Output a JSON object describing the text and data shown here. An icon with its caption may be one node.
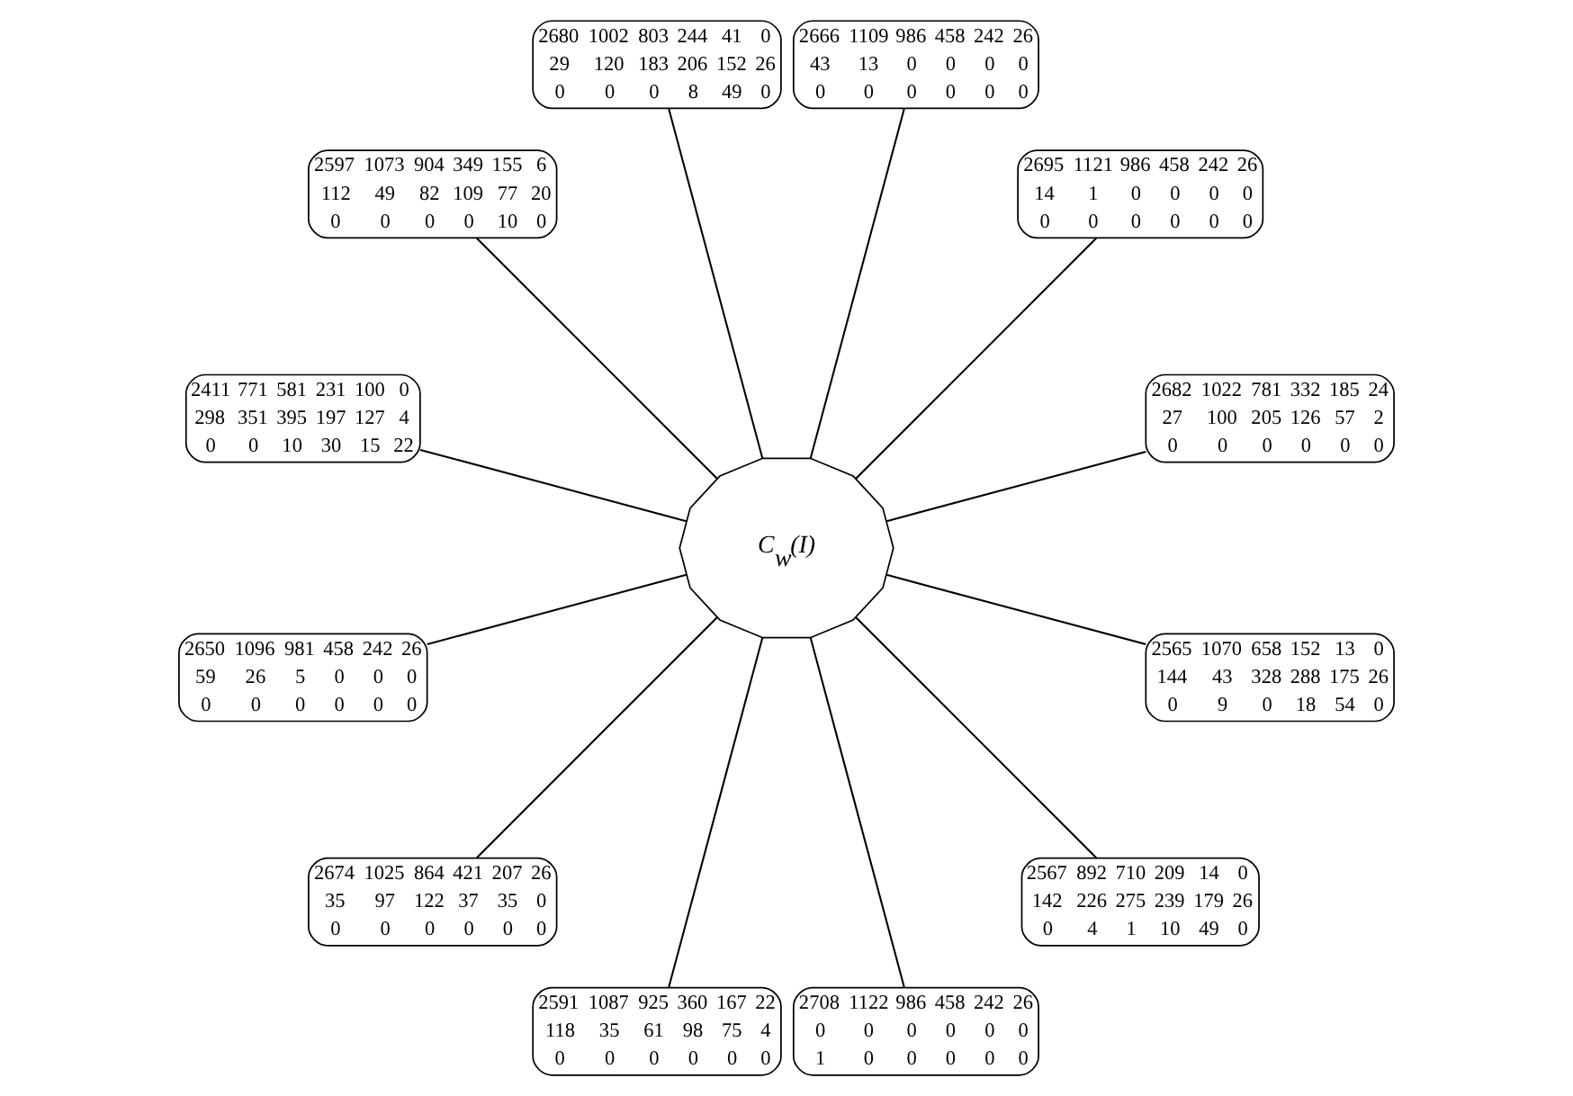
{
  "diagram": {
    "nodes": [
      {
        "text": [
          "2682 1022 781 332 185 24",
          "27 100 205 126 57 2",
          "0 0 0 0 0 0"
        ]
      },
      {
        "text": [
          "2695 1121 986 458 242 26",
          "14 1 0 0 0 0",
          "0 0 0 0 0 0"
        ]
      },
      {
        "text": [
          "2666 1109 986 458 242 26",
          "43 13 0 0 0 0",
          "0 0 0 0 0 0"
        ]
      },
      {
        "text": [
          "2680 1002 803 244 41 0",
          "29 120 183 206 152 26",
          "0 0 0 8 49 0"
        ]
      },
      {
        "text": [
          "2597 1073 904 349 155 6",
          "112 49 82 109 77 20",
          "0 0 0 0 10 0"
        ]
      },
      {
        "text": [
          "2411 771 581 231 100 0",
          "298 351 395 197 127 4",
          "0 0 10 30 15 22"
        ]
      },
      {
        "text": [
          "C$_{w}$(I)"
        ]
      },
      {
        "text": [
          "2650 1096 981 458 242 26",
          "59 26 5 0 0 0",
          "0 0 0 0 0 0"
        ]
      },
      {
        "text": [
          "2674 1025 864 421 207 26",
          "35 97 122 37 35 0",
          "0 0 0 0 0 0"
        ]
      },
      {
        "text": [
          "2591 1087 925 360 167 22",
          "118 35 61 98 75 4",
          "0 0 0 0 0 0"
        ]
      },
      {
        "text": [
          "2708 1122 986 458 242 26",
          "0 0 0 0 0 0",
          "1 0 0 0 0 0"
        ]
      },
      {
        "text": [
          "2567 892 710 209 14 0",
          "142 226 275 239 179 26",
          "0 4 1 10 49 0"
        ]
      },
      {
        "text": [
          "2565 1070 658 152 13 0",
          "144 43 328 288 175 26",
          "0 9 0 18 54 0"
        ]
      }
    ],
    "edges": [
      {
        "from": 6,
        "to": 0,
        "arrow": "none"
      },
      {
        "from": 6,
        "to": 2,
        "arrow": "none"
      },
      {
        "from": 6,
        "to": 4,
        "arrow": "none"
      },
      {
        "from": 6,
        "to": 7,
        "arrow": "none"
      },
      {
        "from": 6,
        "to": 9,
        "arrow": "none"
      },
      {
        "from": 6,
        "to": 11,
        "arrow": "none"
      },
      {
        "from": 6,
        "to": 12,
        "arrow": "none"
      },
      {
        "from": 6,
        "to": 10,
        "arrow": "none"
      },
      {
        "from": 6,
        "to": 8,
        "arrow": "none"
      },
      {
        "from": 6,
        "to": 5,
        "arrow": "none"
      },
      {
        "from": 6,
        "to": 3,
        "arrow": "none"
      },
      {
        "from": 6,
        "to": 1,
        "arrow": "none"
      }
    ]
  }
}
